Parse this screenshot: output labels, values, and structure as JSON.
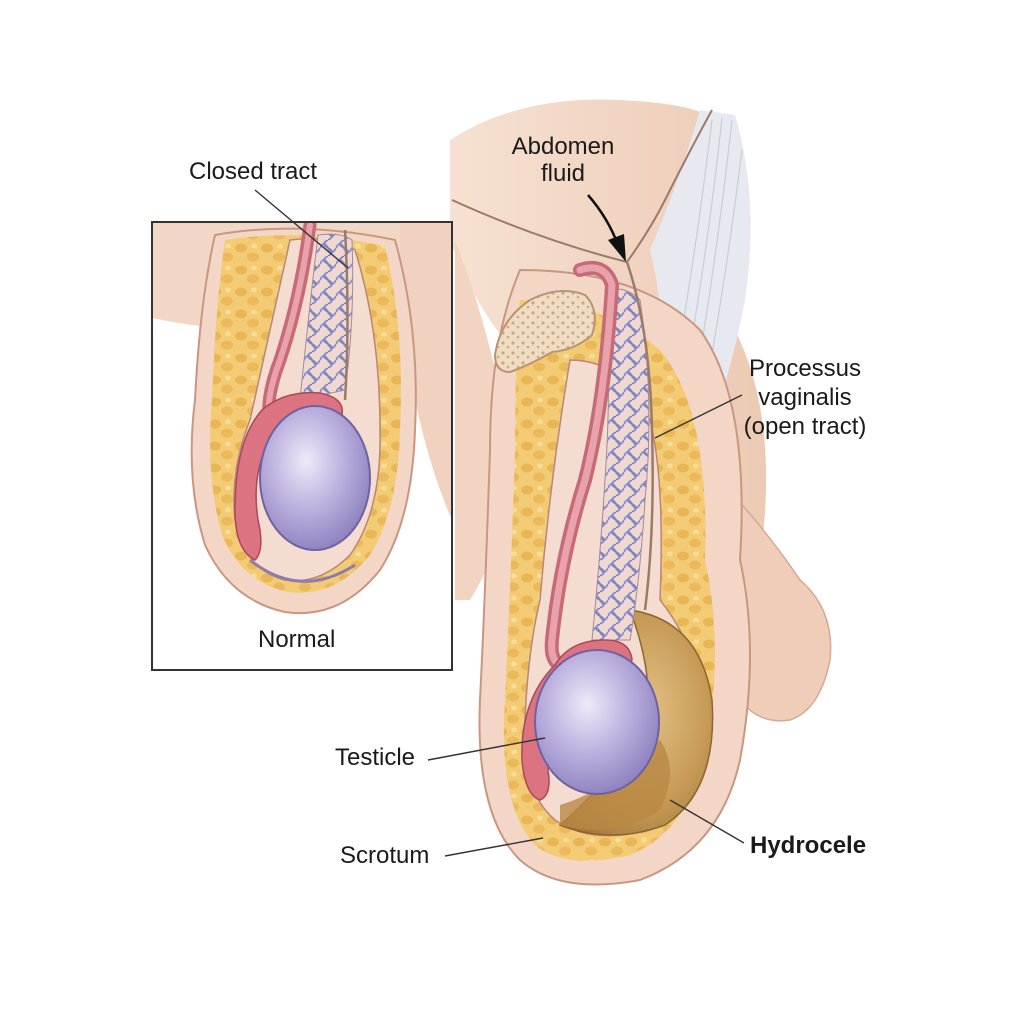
{
  "labels": {
    "closed_tract": "Closed tract",
    "normal": "Normal",
    "abdomen_fluid_1": "Abdomen",
    "abdomen_fluid_2": "fluid",
    "processus_1": "Processus",
    "processus_2": "vaginalis",
    "processus_3": "(open tract)",
    "testicle": "Testicle",
    "scrotum": "Scrotum",
    "hydrocele": "Hydrocele"
  },
  "colors": {
    "skin": "#f3d9c8",
    "skin_shadow": "#e7bfa8",
    "fat": "#f0c770",
    "fat_spot": "#e7b24d",
    "testicle": "#b7addb",
    "testicle_highlight": "#e6e1f5",
    "epididymis": "#dd7583",
    "cord": "#de8d96",
    "vessels": "#8c96c8",
    "fluid": "#caa05a",
    "bone": "#e6ccad"
  }
}
